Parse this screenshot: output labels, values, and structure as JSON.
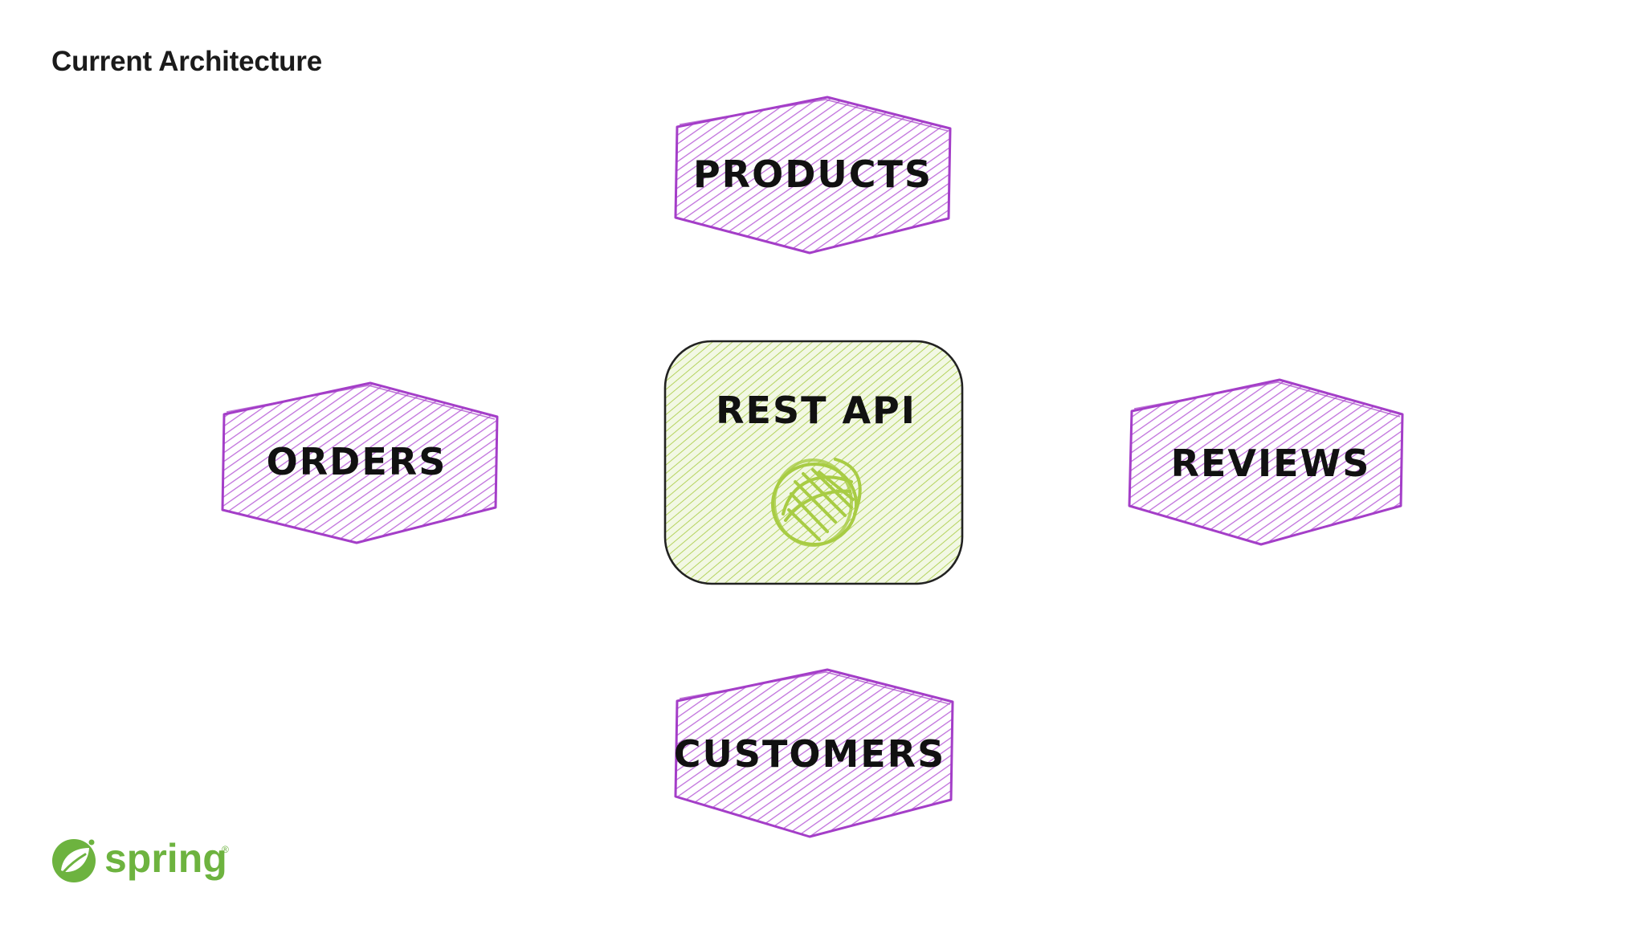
{
  "title": "Current Architecture",
  "center_node": {
    "label": "REST API",
    "icon": "spring-leaf-icon"
  },
  "services": [
    {
      "id": "products",
      "label": "PRODUCTS"
    },
    {
      "id": "orders",
      "label": "ORDERS"
    },
    {
      "id": "reviews",
      "label": "REVIEWS"
    },
    {
      "id": "customers",
      "label": "CUSTOMERS"
    }
  ],
  "logo": {
    "text": "spring",
    "icon": "spring-logo-icon",
    "trademark": "®"
  },
  "colors": {
    "service_stroke": "#a43ec8",
    "service_hatch": "#c070dc",
    "api_stroke": "#222222",
    "api_fill": "#f2f8e4",
    "api_hatch": "#b5d35e",
    "spring_green": "#6db33f"
  }
}
